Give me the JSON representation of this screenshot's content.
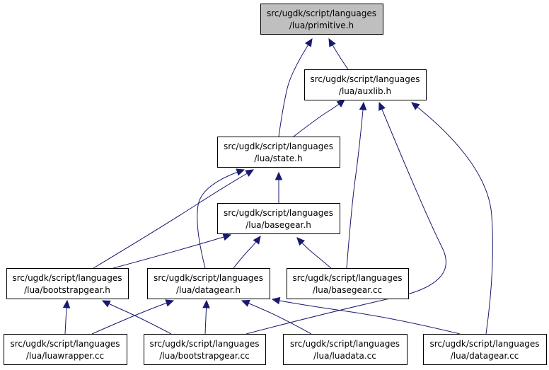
{
  "diagram": {
    "colors": {
      "edge": "#191970",
      "highlight": "#bfbfbf",
      "border": "#000000"
    },
    "nodes": [
      {
        "id": "primitive",
        "line1": "src/ugdk/script/languages",
        "line2": "/lua/primitive.h",
        "highlight": true
      },
      {
        "id": "auxlib",
        "line1": "src/ugdk/script/languages",
        "line2": "/lua/auxlib.h"
      },
      {
        "id": "state",
        "line1": "src/ugdk/script/languages",
        "line2": "/lua/state.h"
      },
      {
        "id": "basegear_h",
        "line1": "src/ugdk/script/languages",
        "line2": "/lua/basegear.h"
      },
      {
        "id": "bootstrapgear_h",
        "line1": "src/ugdk/script/languages",
        "line2": "/lua/bootstrapgear.h"
      },
      {
        "id": "datagear_h",
        "line1": "src/ugdk/script/languages",
        "line2": "/lua/datagear.h"
      },
      {
        "id": "basegear_cc",
        "line1": "src/ugdk/script/languages",
        "line2": "/lua/basegear.cc"
      },
      {
        "id": "luawrapper_cc",
        "line1": "src/ugdk/script/languages",
        "line2": "/lua/luawrapper.cc"
      },
      {
        "id": "bootstrapgear_cc",
        "line1": "src/ugdk/script/languages",
        "line2": "/lua/bootstrapgear.cc"
      },
      {
        "id": "luadata_cc",
        "line1": "src/ugdk/script/languages",
        "line2": "/lua/luadata.cc"
      },
      {
        "id": "datagear_cc",
        "line1": "src/ugdk/script/languages",
        "line2": "/lua/datagear.cc"
      }
    ],
    "edges": [
      {
        "from": "auxlib",
        "to": "primitive"
      },
      {
        "from": "state",
        "to": "primitive"
      },
      {
        "from": "state",
        "to": "auxlib"
      },
      {
        "from": "basegear_cc",
        "to": "auxlib"
      },
      {
        "from": "bootstrapgear_cc",
        "to": "auxlib"
      },
      {
        "from": "datagear_cc",
        "to": "auxlib"
      },
      {
        "from": "basegear_h",
        "to": "state"
      },
      {
        "from": "bootstrapgear_h",
        "to": "state"
      },
      {
        "from": "datagear_h",
        "to": "state"
      },
      {
        "from": "bootstrapgear_h",
        "to": "basegear_h"
      },
      {
        "from": "datagear_h",
        "to": "basegear_h"
      },
      {
        "from": "basegear_cc",
        "to": "basegear_h"
      },
      {
        "from": "luawrapper_cc",
        "to": "bootstrapgear_h"
      },
      {
        "from": "bootstrapgear_cc",
        "to": "bootstrapgear_h"
      },
      {
        "from": "luawrapper_cc",
        "to": "datagear_h"
      },
      {
        "from": "bootstrapgear_cc",
        "to": "datagear_h"
      },
      {
        "from": "luadata_cc",
        "to": "datagear_h"
      },
      {
        "from": "datagear_cc",
        "to": "datagear_h"
      }
    ]
  }
}
